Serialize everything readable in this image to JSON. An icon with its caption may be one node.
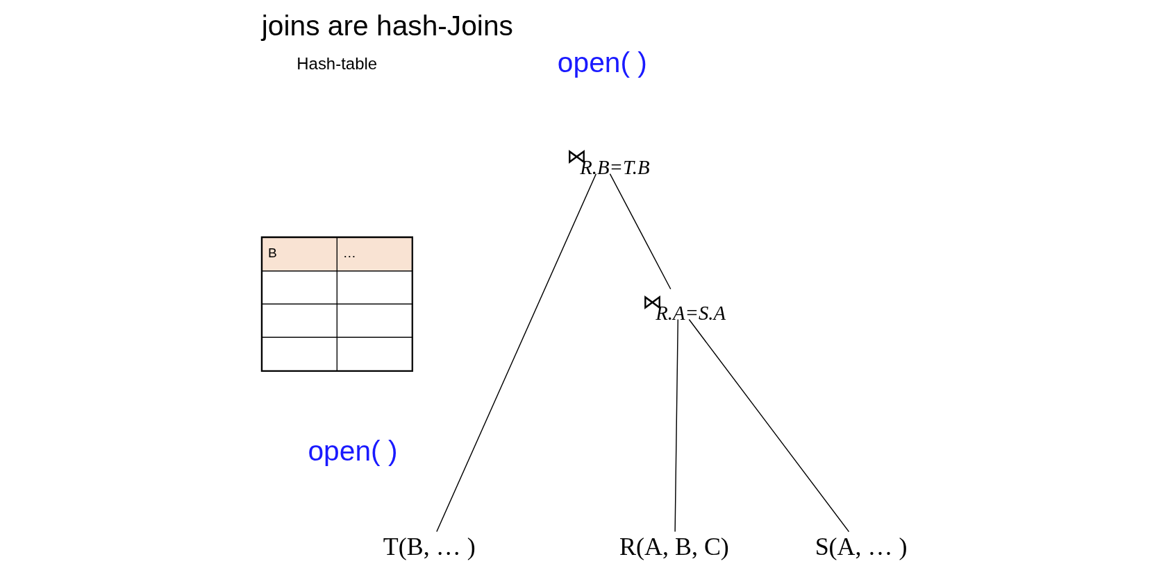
{
  "diagram": {
    "title": "joins are hash-Joins",
    "nodes": [
      {
        "text": [
          "⋈$_{R.B=T.B}$"
        ]
      },
      {
        "text": [
          "⋈$_{R.A=S.A}$"
        ]
      },
      {
        "text": [
          "R(A, B, C)"
        ]
      },
      {
        "text": [
          "S(A, … )"
        ]
      },
      {
        "text": [
          "T(B, … )"
        ]
      }
    ],
    "edges": [
      {
        "from": 0,
        "to": 1,
        "arrow": "none"
      },
      {
        "from": 1,
        "to": 2,
        "arrow": "none"
      },
      {
        "from": 1,
        "to": 3,
        "arrow": "none"
      },
      {
        "from": 0,
        "to": 4,
        "arrow": "none"
      }
    ],
    "labels": [
      "open( )",
      "Hash-table",
      "B",
      "…",
      "open( )"
    ]
  }
}
